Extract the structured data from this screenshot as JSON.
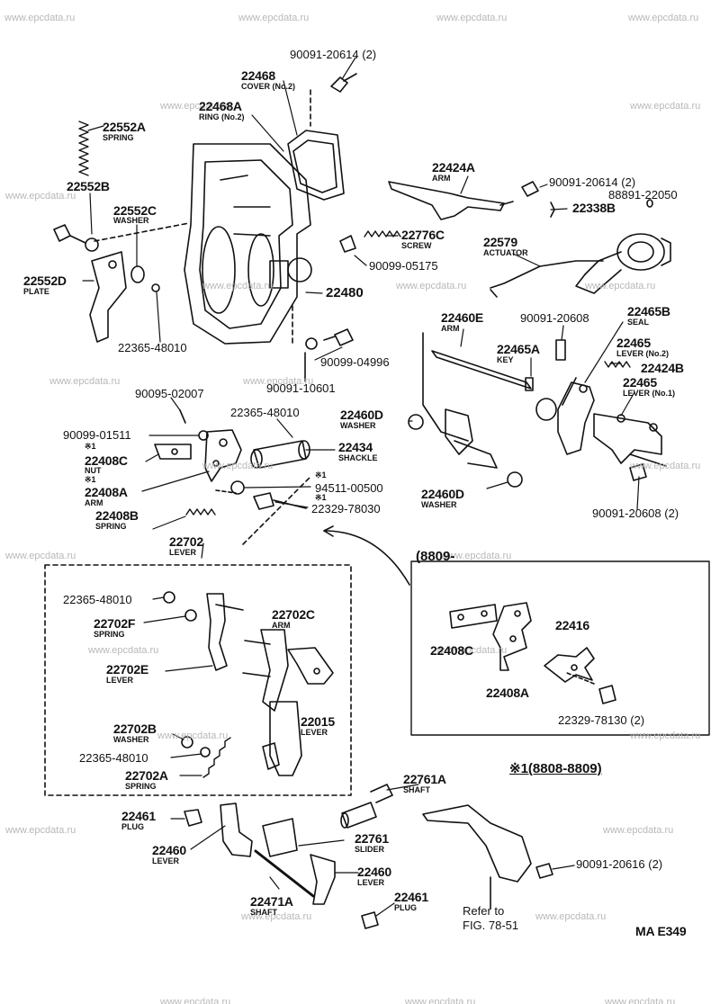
{
  "watermark": "www.epcdata.ru",
  "diagram_code": "MA E349",
  "inset": {
    "range": "(8809-",
    "parts": [
      "22408C",
      "22408A",
      "22416",
      "22329-78130 (2)"
    ]
  },
  "note": {
    "title": "※1(8808-8809)"
  },
  "refer": {
    "line1": "Refer to",
    "line2": "FIG. 78-51"
  },
  "parts": {
    "p90091_20614a": "90091-20614 (2)",
    "p22468": "22468",
    "n22468": "COVER (No.2)",
    "p22468A": "22468A",
    "n22468A": "RING (No.2)",
    "p22552A": "22552A",
    "n22552A": "SPRING",
    "p22552B": "22552B",
    "p22552C": "22552C",
    "n22552C": "WASHER",
    "p22552D": "22552D",
    "n22552D": "PLATE",
    "p22365a": "22365-48010",
    "p22424A": "22424A",
    "n22424A": "ARM",
    "p90091_20614b": "90091-20614 (2)",
    "p88891": "88891-22050",
    "p22338B": "22338B",
    "p22776C": "22776C",
    "n22776C": "SCREW",
    "p90099_05175": "90099-05175",
    "p22579": "22579",
    "n22579": "ACTUATOR",
    "p22480": "22480",
    "p22460E": "22460E",
    "n22460E": "ARM",
    "p90091_20608a": "90091-20608",
    "p22465B": "22465B",
    "n22465B": "SEAL",
    "p22465A": "22465A",
    "n22465A": "KEY",
    "p22465": "22465",
    "n22465": "LEVER (No.2)",
    "p22424B": "22424B",
    "p22465b": "22465",
    "n22465b": "LEVER (No.1)",
    "p90099_04996": "90099-04996",
    "p90091_10601": "90091-10601",
    "p90095_02007": "90095-02007",
    "p22365b": "22365-48010",
    "p22460D": "22460D",
    "n22460D": "WASHER",
    "p90099_01511": "90099-01511",
    "mark1": "※1",
    "p22408C": "22408C",
    "n22408C": "NUT",
    "mark2": "※1",
    "p22408A": "22408A",
    "n22408A": "ARM",
    "p22434": "22434",
    "n22434": "SHACKLE",
    "mark3": "※1",
    "p94511": "94511-00500",
    "mark4": "※1",
    "p22329": "22329-78030",
    "p22460Db": "22460D",
    "n22460Db": "WASHER",
    "p90091_20608b": "90091-20608 (2)",
    "p22408B": "22408B",
    "n22408B": "SPRING",
    "p22702": "22702",
    "n22702": "LEVER",
    "p22365c": "22365-48010",
    "p22702F": "22702F",
    "n22702F": "SPRING",
    "p22702C": "22702C",
    "n22702C": "ARM",
    "p22702E": "22702E",
    "n22702E": "LEVER",
    "p22702B": "22702B",
    "n22702B": "WASHER",
    "p22015": "22015",
    "n22015": "LEVER",
    "p22365d": "22365-48010",
    "p22702A": "22702A",
    "n22702A": "SPRING",
    "p22761A": "22761A",
    "n22761A": "SHAFT",
    "p22461a": "22461",
    "n22461a": "PLUG",
    "p22460a": "22460",
    "n22460a": "LEVER",
    "p22761": "22761",
    "n22761": "SLIDER",
    "p22460b": "22460",
    "n22460b": "LEVER",
    "p22471A": "22471A",
    "n22471A": "SHAFT",
    "p22461b": "22461",
    "n22461b": "PLUG",
    "p90091_20616": "90091-20616 (2)"
  }
}
